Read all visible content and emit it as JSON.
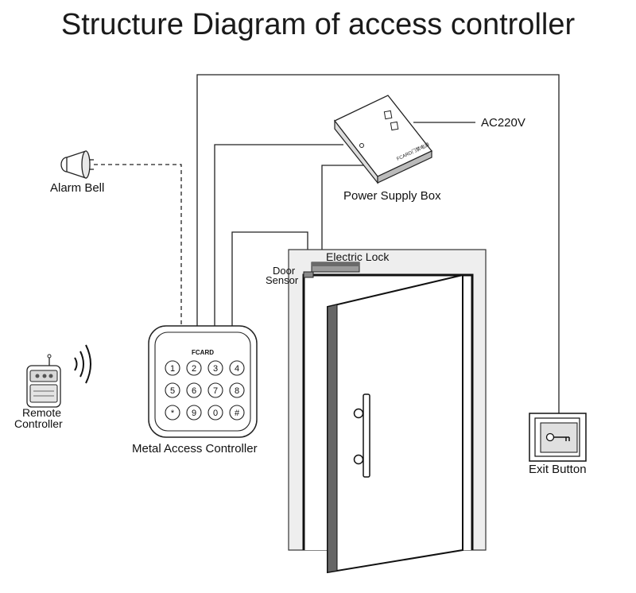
{
  "title": "Structure Diagram of access controller",
  "labels": {
    "alarm_bell": "Alarm Bell",
    "ac220v": "AC220V",
    "power_supply_box": "Power Supply Box",
    "electric_lock": "Electric Lock",
    "door_sensor_line1": "Door",
    "door_sensor_line2": "Sensor",
    "remote_controller_line1": "Remote",
    "remote_controller_line2": "Controller",
    "metal_access_controller": "Metal Access Controller",
    "exit_button": "Exit Button"
  },
  "keypad": {
    "brand": "FCARD",
    "keys": [
      "1",
      "2",
      "3",
      "4",
      "5",
      "6",
      "7",
      "8",
      "*",
      "9",
      "0",
      "#"
    ]
  },
  "power_box_label": "FCARD门禁电源"
}
